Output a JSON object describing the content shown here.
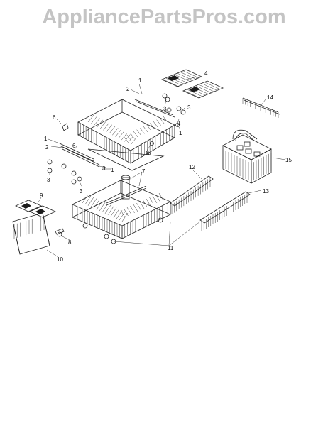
{
  "watermark": "AppliancePartsPros.com",
  "callouts": [
    {
      "id": "c1a",
      "text": "1"
    },
    {
      "id": "c2a",
      "text": "2"
    },
    {
      "id": "c3a",
      "text": "3"
    },
    {
      "id": "c3b",
      "text": "3"
    },
    {
      "id": "c1b",
      "text": "1"
    },
    {
      "id": "c1c",
      "text": "1"
    },
    {
      "id": "c4",
      "text": "4"
    },
    {
      "id": "c14",
      "text": "14"
    },
    {
      "id": "c6a",
      "text": "6"
    },
    {
      "id": "c6b",
      "text": "6"
    },
    {
      "id": "c1d",
      "text": "1"
    },
    {
      "id": "c2b",
      "text": "2"
    },
    {
      "id": "c6c",
      "text": "6"
    },
    {
      "id": "c5",
      "text": "5"
    },
    {
      "id": "c3c",
      "text": "3"
    },
    {
      "id": "c3d",
      "text": "3"
    },
    {
      "id": "c1e",
      "text": "1"
    },
    {
      "id": "c3e",
      "text": "3"
    },
    {
      "id": "c7",
      "text": "7"
    },
    {
      "id": "c15",
      "text": "15"
    },
    {
      "id": "c12",
      "text": "12"
    },
    {
      "id": "c13",
      "text": "13"
    },
    {
      "id": "c9",
      "text": "9"
    },
    {
      "id": "c8",
      "text": "8"
    },
    {
      "id": "c11",
      "text": "11"
    },
    {
      "id": "c10",
      "text": "10"
    }
  ]
}
